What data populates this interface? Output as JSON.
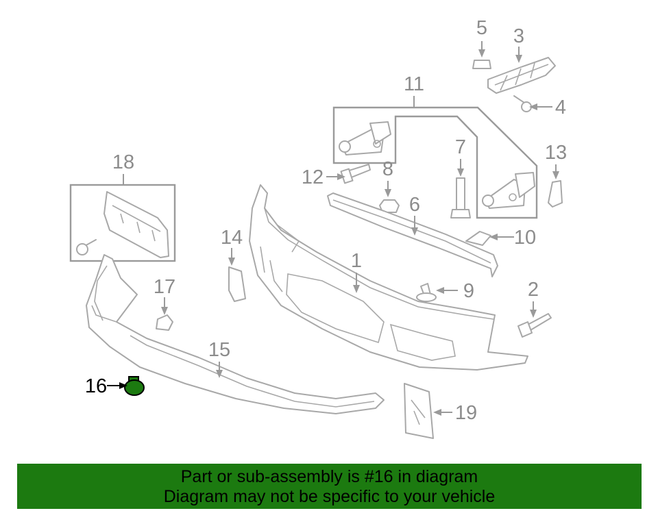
{
  "diagram": {
    "callouts": [
      "1",
      "2",
      "3",
      "4",
      "5",
      "6",
      "7",
      "8",
      "9",
      "10",
      "11",
      "12",
      "13",
      "14",
      "15",
      "16",
      "17",
      "18",
      "19"
    ],
    "highlighted_callout": "16",
    "highlight_color": "#1c7a10"
  },
  "banner": {
    "line1": "Part or sub-assembly is #16 in diagram",
    "line2": "Diagram may not be specific to your vehicle",
    "background_color": "#1c7a10"
  }
}
